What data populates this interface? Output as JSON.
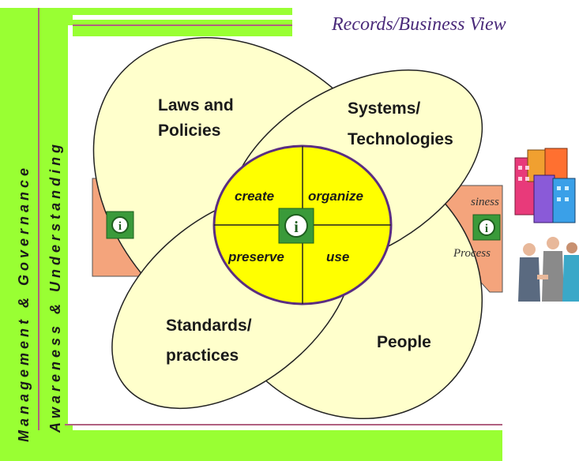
{
  "title": "Records/Business View",
  "sidebar": {
    "outer_text": "Management & Governance",
    "inner_text": "Awareness & Understanding"
  },
  "petals": {
    "laws": [
      "Laws and",
      "Policies"
    ],
    "systems": [
      "Systems/",
      "Technologies"
    ],
    "standards": [
      "Standards/",
      "practices"
    ],
    "people": "People"
  },
  "center": {
    "create": "create",
    "organize": "organize",
    "preserve": "preserve",
    "use": "use"
  },
  "business_process": {
    "line1": "siness",
    "line2": "Process"
  },
  "info_icon_glyph": "i",
  "colors": {
    "petal_fill": "#ffffcc",
    "center_fill": "#ffff00",
    "center_border": "#5a2d82",
    "bar_green": "#99ff33",
    "bar_pink_line": "#b06080",
    "arrow_orange": "#f4a47c",
    "icon_green": "#3a9a3a",
    "title_purple": "#4a2a7a"
  }
}
